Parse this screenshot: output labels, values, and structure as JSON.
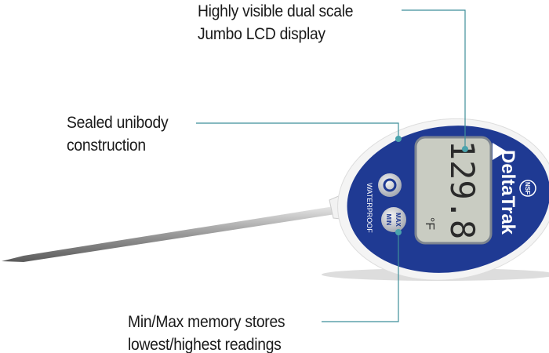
{
  "callouts": {
    "display": {
      "line1": "Highly visible dual scale",
      "line2": "Jumbo LCD display"
    },
    "body": {
      "line1": "Sealed unibody",
      "line2": "construction"
    },
    "memory": {
      "line1": "Min/Max memory stores",
      "line2": "lowest/highest readings"
    }
  },
  "device": {
    "brand": "DeltaTrak",
    "certification": "NSF",
    "side_label": "WATERPROOF",
    "reading": "129.8",
    "unit": "°F",
    "max_label": "MAX",
    "min_label": "MIN"
  },
  "colors": {
    "body": "#1f3a93",
    "accent_line": "#3f8f9a",
    "lcd": "#c9ccc2"
  }
}
